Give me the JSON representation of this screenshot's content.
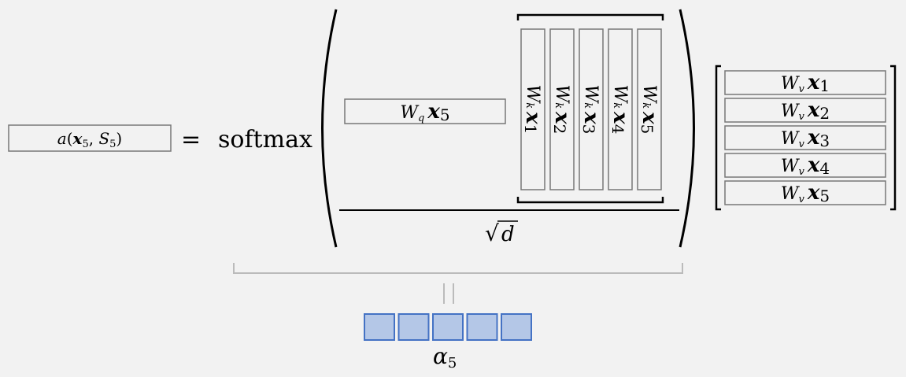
{
  "lhs": {
    "func": "a",
    "arg": "x",
    "arg_sub": "5",
    "set": "S",
    "set_sub": "5"
  },
  "equals": "=",
  "softmax": "softmax",
  "query": {
    "W": "W",
    "W_sub": "q",
    "x": "x",
    "x_sub": "5"
  },
  "keys": [
    {
      "W": "W",
      "W_sub": "k",
      "x": "x",
      "x_sub": "1"
    },
    {
      "W": "W",
      "W_sub": "k",
      "x": "x",
      "x_sub": "2"
    },
    {
      "W": "W",
      "W_sub": "k",
      "x": "x",
      "x_sub": "3"
    },
    {
      "W": "W",
      "W_sub": "k",
      "x": "x",
      "x_sub": "4"
    },
    {
      "W": "W",
      "W_sub": "k",
      "x": "x",
      "x_sub": "5"
    }
  ],
  "denominator": {
    "sqrt": "√",
    "var": "d"
  },
  "values": [
    {
      "W": "W",
      "W_sub": "v",
      "x": "x",
      "x_sub": "1"
    },
    {
      "W": "W",
      "W_sub": "v",
      "x": "x",
      "x_sub": "2"
    },
    {
      "W": "W",
      "W_sub": "v",
      "x": "x",
      "x_sub": "3"
    },
    {
      "W": "W",
      "W_sub": "v",
      "x": "x",
      "x_sub": "4"
    },
    {
      "W": "W",
      "W_sub": "v",
      "x": "x",
      "x_sub": "5"
    }
  ],
  "result": {
    "symbol": "α",
    "sub": "5",
    "cell_count": 5
  },
  "colors": {
    "cell_fill": "#b4c7e7",
    "cell_stroke": "#4472c4",
    "brace": "#bbbbbb",
    "box_stroke": "#777777"
  }
}
